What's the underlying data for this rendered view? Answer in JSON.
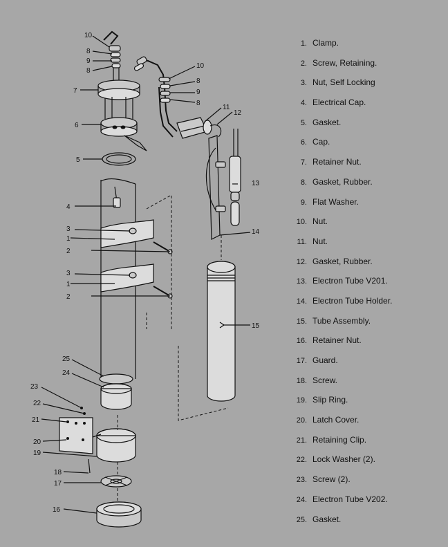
{
  "parts": [
    {
      "num": "1.",
      "name": "Clamp."
    },
    {
      "num": "2.",
      "name": "Screw, Retaining."
    },
    {
      "num": "3.",
      "name": "Nut, Self Locking"
    },
    {
      "num": "4.",
      "name": "Electrical Cap."
    },
    {
      "num": "5.",
      "name": "Gasket."
    },
    {
      "num": "6.",
      "name": "Cap."
    },
    {
      "num": "7.",
      "name": "Retainer Nut."
    },
    {
      "num": "8.",
      "name": "Gasket, Rubber."
    },
    {
      "num": "9.",
      "name": "Flat Washer."
    },
    {
      "num": "10.",
      "name": "Nut."
    },
    {
      "num": "11.",
      "name": "Nut."
    },
    {
      "num": "12.",
      "name": "Gasket, Rubber."
    },
    {
      "num": "13.",
      "name": "Electron Tube V201."
    },
    {
      "num": "14.",
      "name": "Electron Tube Holder."
    },
    {
      "num": "15.",
      "name": "Tube Assembly."
    },
    {
      "num": "16.",
      "name": "Retainer Nut."
    },
    {
      "num": "17.",
      "name": "Guard."
    },
    {
      "num": "18.",
      "name": "Screw."
    },
    {
      "num": "19.",
      "name": "Slip Ring."
    },
    {
      "num": "20.",
      "name": "Latch Cover."
    },
    {
      "num": "21.",
      "name": "Retaining Clip."
    },
    {
      "num": "22.",
      "name": "Lock Washer (2)."
    },
    {
      "num": "23.",
      "name": "Screw (2)."
    },
    {
      "num": "24.",
      "name": "Electron Tube V202."
    },
    {
      "num": "25.",
      "name": "Gasket."
    }
  ],
  "callouts": [
    "10",
    "8",
    "9",
    "8",
    "7",
    "10",
    "8",
    "9",
    "8",
    "11",
    "12",
    "6",
    "5",
    "13",
    "4",
    "14",
    "3",
    "1",
    "2",
    "3",
    "1",
    "2",
    "15",
    "25",
    "24",
    "23",
    "22",
    "21",
    "20",
    "19",
    "18",
    "17",
    "16"
  ]
}
